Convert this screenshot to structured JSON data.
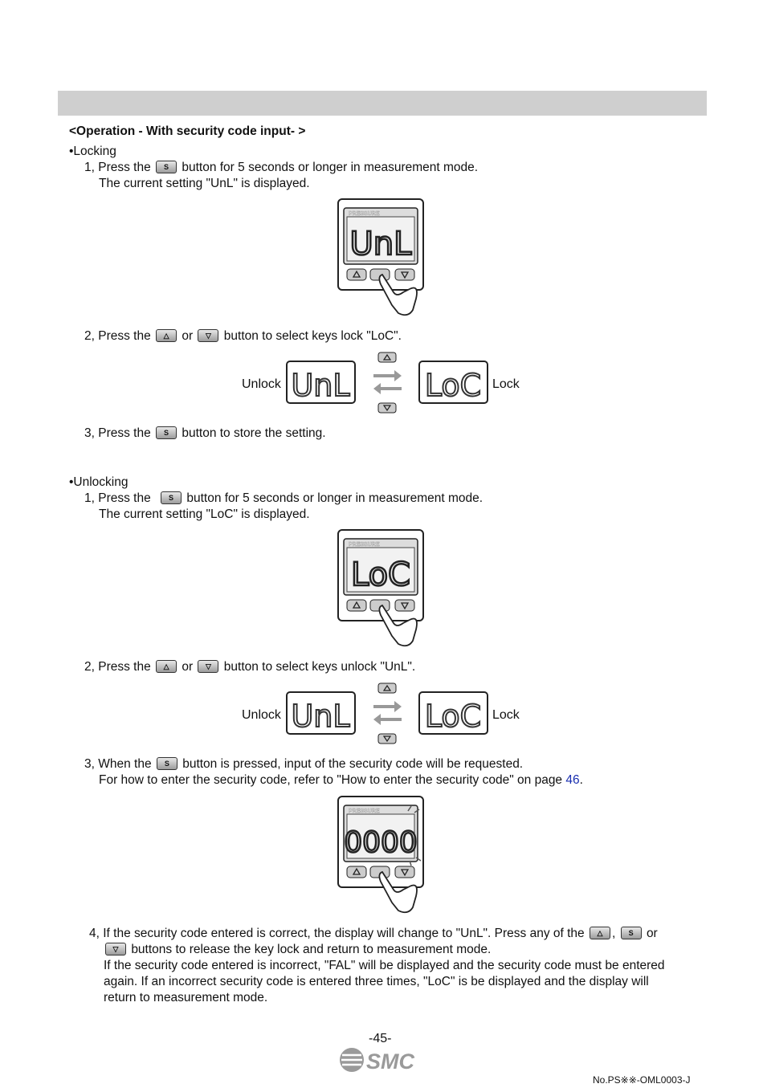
{
  "section_title": "<Operation - With security code input- >",
  "locking": {
    "heading": "•Locking",
    "step1_prefix": "1, Press the",
    "step1_suffix": "button for 5 seconds or longer in measurement mode.",
    "step1_line2": "The current setting \"UnL\" is displayed.",
    "step2_prefix": "2, Press the",
    "step2_or": "or",
    "step2_suffix": "button to select keys lock \"LoC\".",
    "step3_prefix": "3, Press the",
    "step3_suffix": "button to store the setting."
  },
  "unlocking": {
    "heading": "•Unlocking",
    "step1_prefix": "1, Press the",
    "step1_suffix": "button for 5 seconds or longer in measurement mode.",
    "step1_line2": "The current setting \"LoC\" is displayed.",
    "step2_prefix": "2, Press the",
    "step2_or": "or",
    "step2_suffix": "button to select keys unlock \"UnL\".",
    "step3_prefix": "3, When the",
    "step3_suffix": "button is pressed, input of the security code will be requested.",
    "step3_line2_prefix": "For how to enter the security code, refer to \"How to enter the security code\" on page",
    "step3_page_link": "46",
    "step3_line2_suffix": ".",
    "step4_prefix": "4, If the security code entered is correct, the display will change to \"UnL\". Press any of the",
    "step4_comma": ",",
    "step4_or": "or",
    "step4_line2": "buttons to release the key lock and return to measurement mode.",
    "step4_line3": "If the security code entered is incorrect, \"FAL\" will be displayed and the security code must be entered",
    "step4_line4": "again. If an incorrect security code is entered three times, \"LoC\" is be displayed and the display will",
    "step4_line5": "return to measurement mode."
  },
  "device": {
    "brand": "SMC",
    "label": "PRESSURE",
    "display_unl": "UnL",
    "display_loc": "LoC",
    "display_code": "0000"
  },
  "buttons": {
    "s_label": "S",
    "up_label": "△",
    "down_label": "▽"
  },
  "diagram": {
    "unlock_label": "Unlock",
    "lock_label": "Lock"
  },
  "footer": {
    "page_number": "-45-",
    "logo": "SMC",
    "doc_number": "No.PS※※-OML0003-J"
  }
}
